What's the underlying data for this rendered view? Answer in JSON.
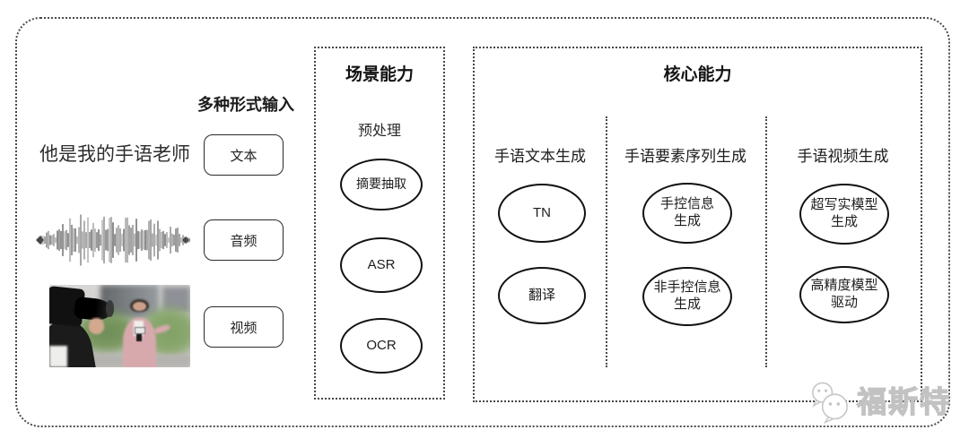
{
  "inputs": {
    "label": "多种形式输入",
    "sample_text": "他是我的手语老师",
    "boxes": [
      "文本",
      "音频",
      "视频"
    ],
    "media_icons": [
      "audio-waveform",
      "reporter-video-still"
    ]
  },
  "scenario": {
    "title": "场景能力",
    "subtitle": "预处理",
    "nodes": [
      "摘要抽取",
      "ASR",
      "OCR"
    ]
  },
  "core": {
    "title": "核心能力",
    "columns": [
      {
        "header": "手语文本生成",
        "nodes": [
          "TN",
          "翻译"
        ]
      },
      {
        "header": "手语要素序列生成",
        "nodes": [
          "手控信息\n生成",
          "非手控信息\n生成"
        ]
      },
      {
        "header": "手语视频生成",
        "nodes": [
          "超写实模型\n生成",
          "高精度模型\n驱动"
        ]
      }
    ]
  },
  "watermark": {
    "brand": "福斯特",
    "logo": "speech-bubble-faces"
  },
  "colors": {
    "frame_dotted": "#4a4a4a",
    "node_border": "#111111",
    "text": "#222222",
    "watermark_gray": "#c2c2c2"
  }
}
